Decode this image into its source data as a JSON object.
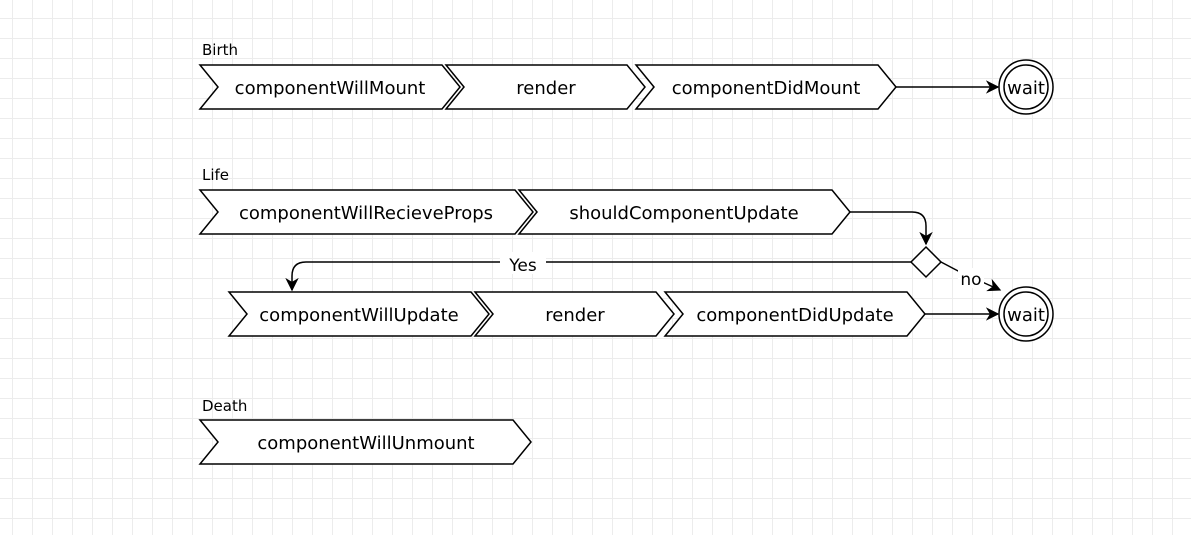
{
  "sections": {
    "birth": "Birth",
    "life": "Life",
    "death": "Death"
  },
  "birth_steps": [
    "componentWillMount",
    "render",
    "componentDidMount"
  ],
  "life_steps": [
    "componentWillRecieveProps",
    "shouldComponentUpdate"
  ],
  "update_steps": [
    "componentWillUpdate",
    "render",
    "componentDidUpdate"
  ],
  "death_steps": [
    "componentWillUnmount"
  ],
  "states": {
    "birth_end": "wait",
    "life_end": "wait"
  },
  "edges": {
    "yes": "Yes",
    "no": "no"
  }
}
